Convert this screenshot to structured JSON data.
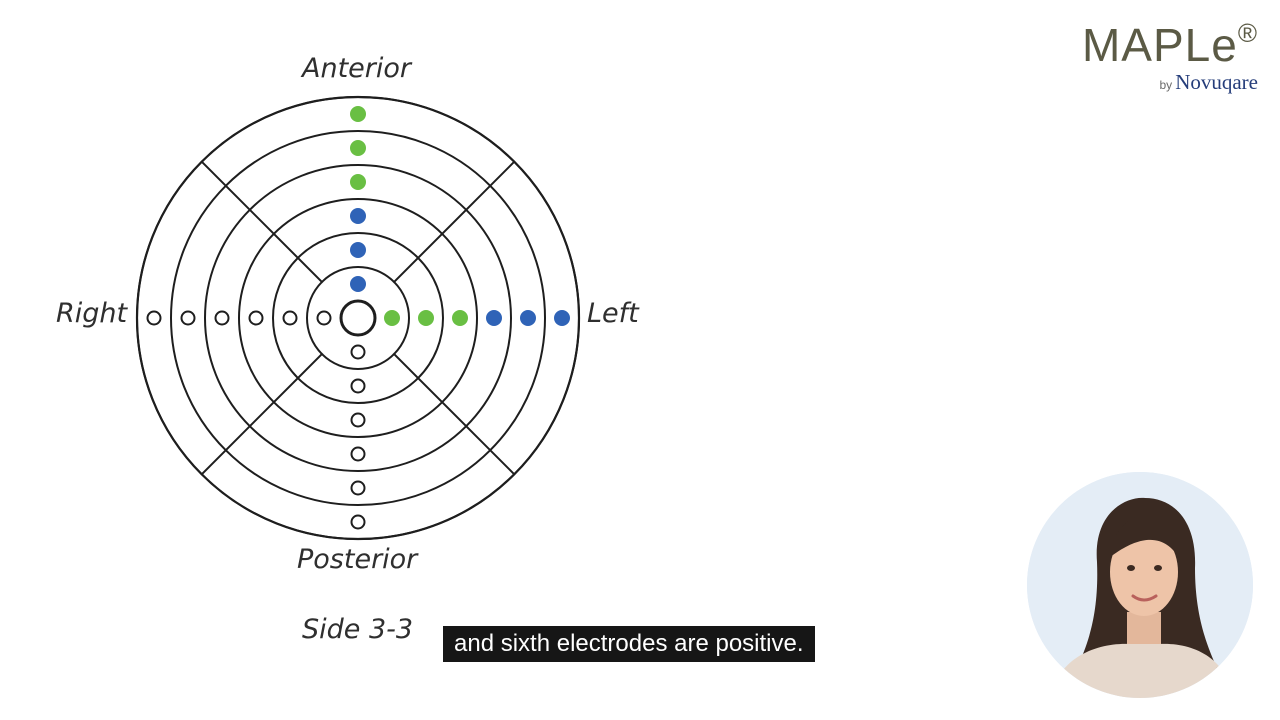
{
  "diagram": {
    "labels": {
      "anterior": "Anterior",
      "posterior": "Posterior",
      "right": "Right",
      "left": "Left",
      "side": "Side 3-3"
    },
    "electrodes": {
      "anterior": [
        "blue",
        "blue",
        "blue",
        "green",
        "green",
        "green"
      ],
      "left": [
        "green",
        "green",
        "green",
        "blue",
        "blue",
        "blue"
      ],
      "right": [
        "off",
        "off",
        "off",
        "off",
        "off",
        "off"
      ],
      "posterior": [
        "off",
        "off",
        "off",
        "off",
        "off",
        "off"
      ]
    },
    "colors": {
      "blue": "#2f63b7",
      "green": "#69bf43",
      "line": "#1e1e1e"
    }
  },
  "logo": {
    "name": "MAPLe",
    "mark": "®",
    "by": "by",
    "brand": "Novuqare"
  },
  "subtitle": {
    "text": "and sixth electrodes are positive."
  }
}
